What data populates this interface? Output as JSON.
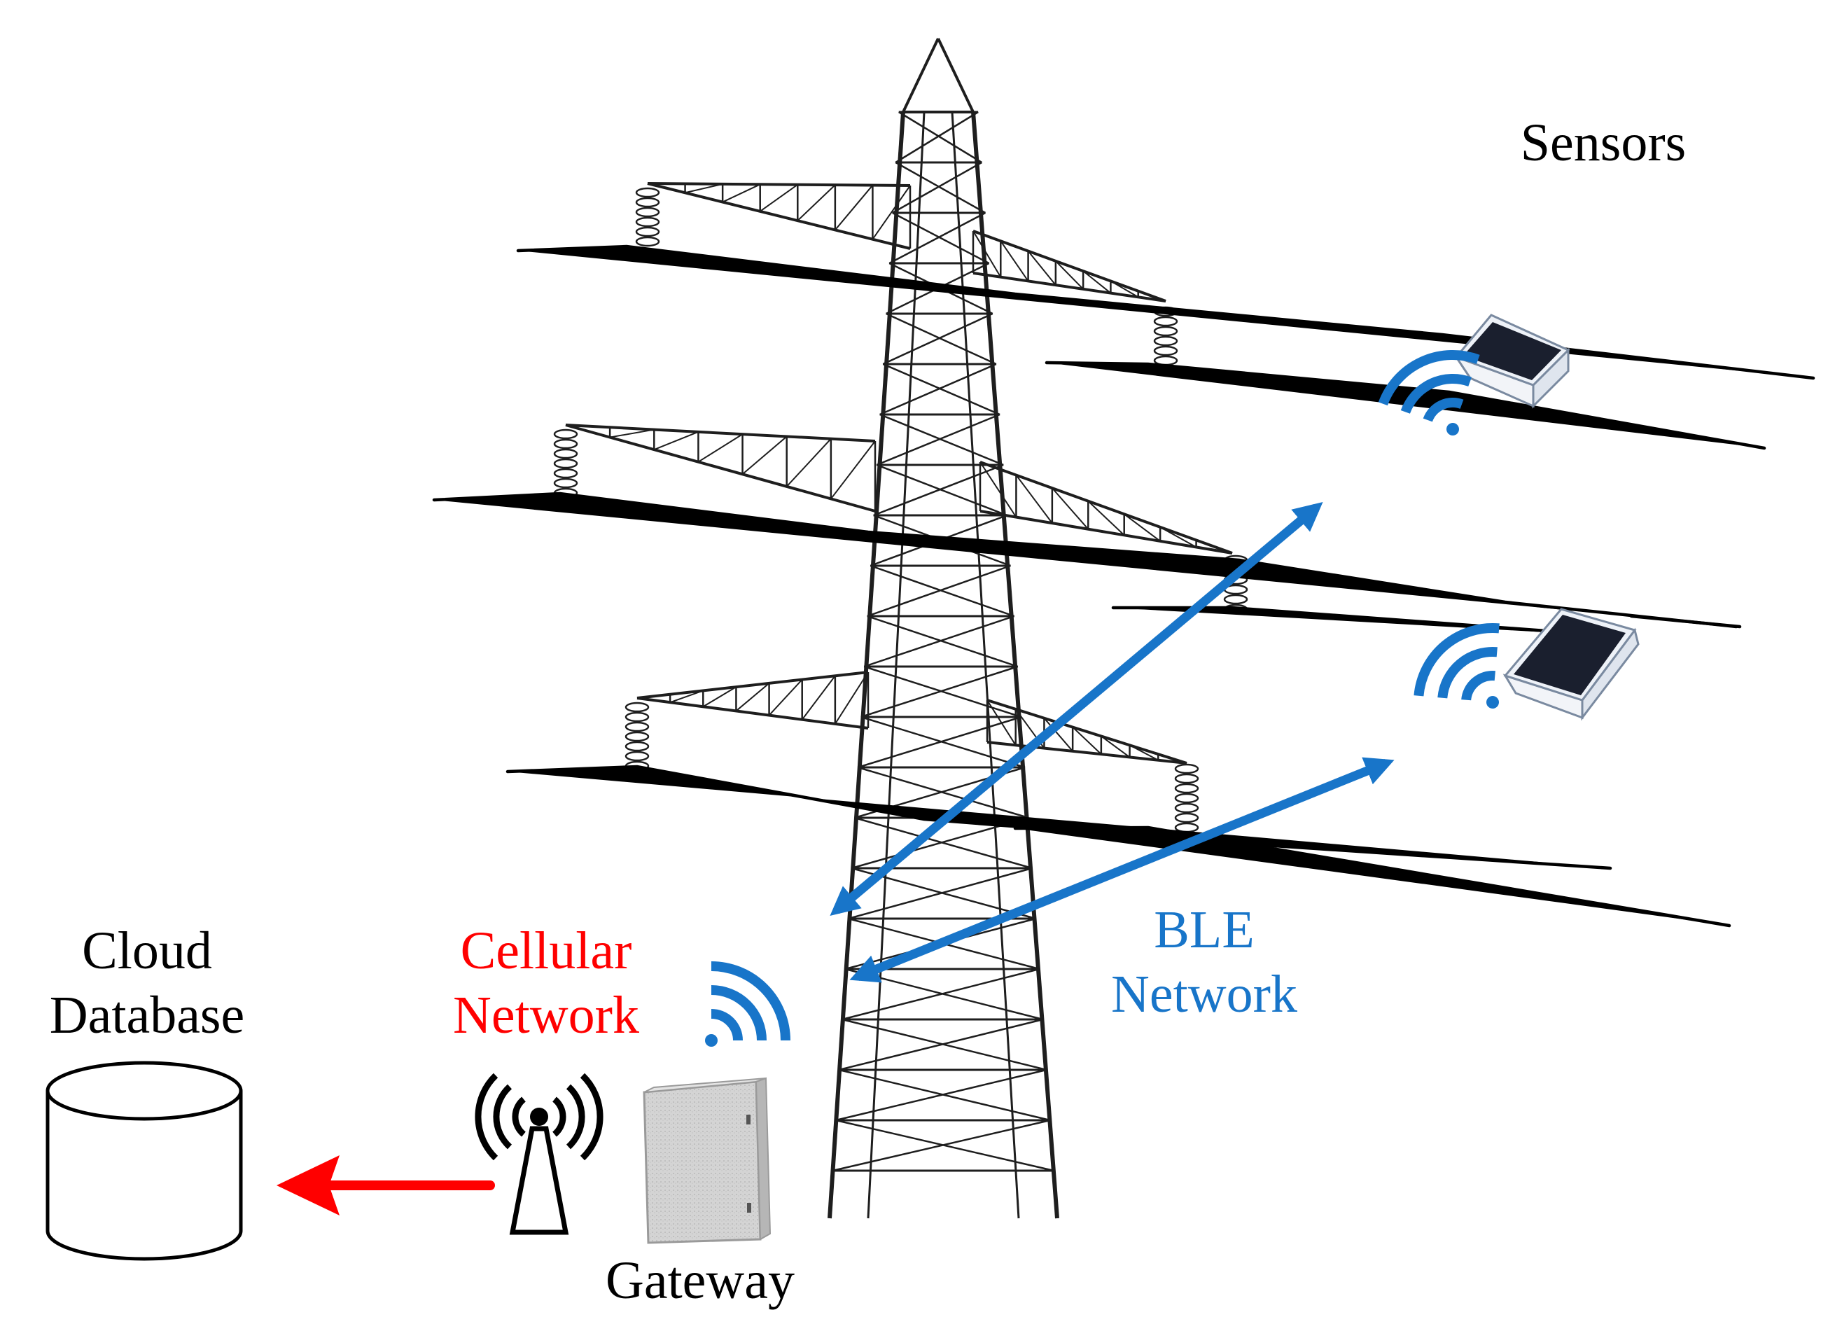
{
  "labels": {
    "sensors": "Sensors",
    "cloud_line1": "Cloud",
    "cloud_line2": "Database",
    "cellular_line1": "Cellular",
    "cellular_line2": "Network",
    "ble_line1": "BLE",
    "ble_line2": "Network",
    "gateway": "Gateway"
  },
  "colors": {
    "ble_blue": "#1875c9",
    "cellular_red": "#ff0000",
    "line_black": "#000000",
    "panel_dark": "#1a1f2e",
    "gateway_gray": "#c8c8c8"
  },
  "icons": {
    "cloud_database": "database-cylinder-icon",
    "cell_tower": "cell-tower-icon",
    "gateway": "gateway-cabinet-icon",
    "sensor": "solar-sensor-icon",
    "wireless": "wifi-signal-icon",
    "pylon": "transmission-tower-icon"
  }
}
